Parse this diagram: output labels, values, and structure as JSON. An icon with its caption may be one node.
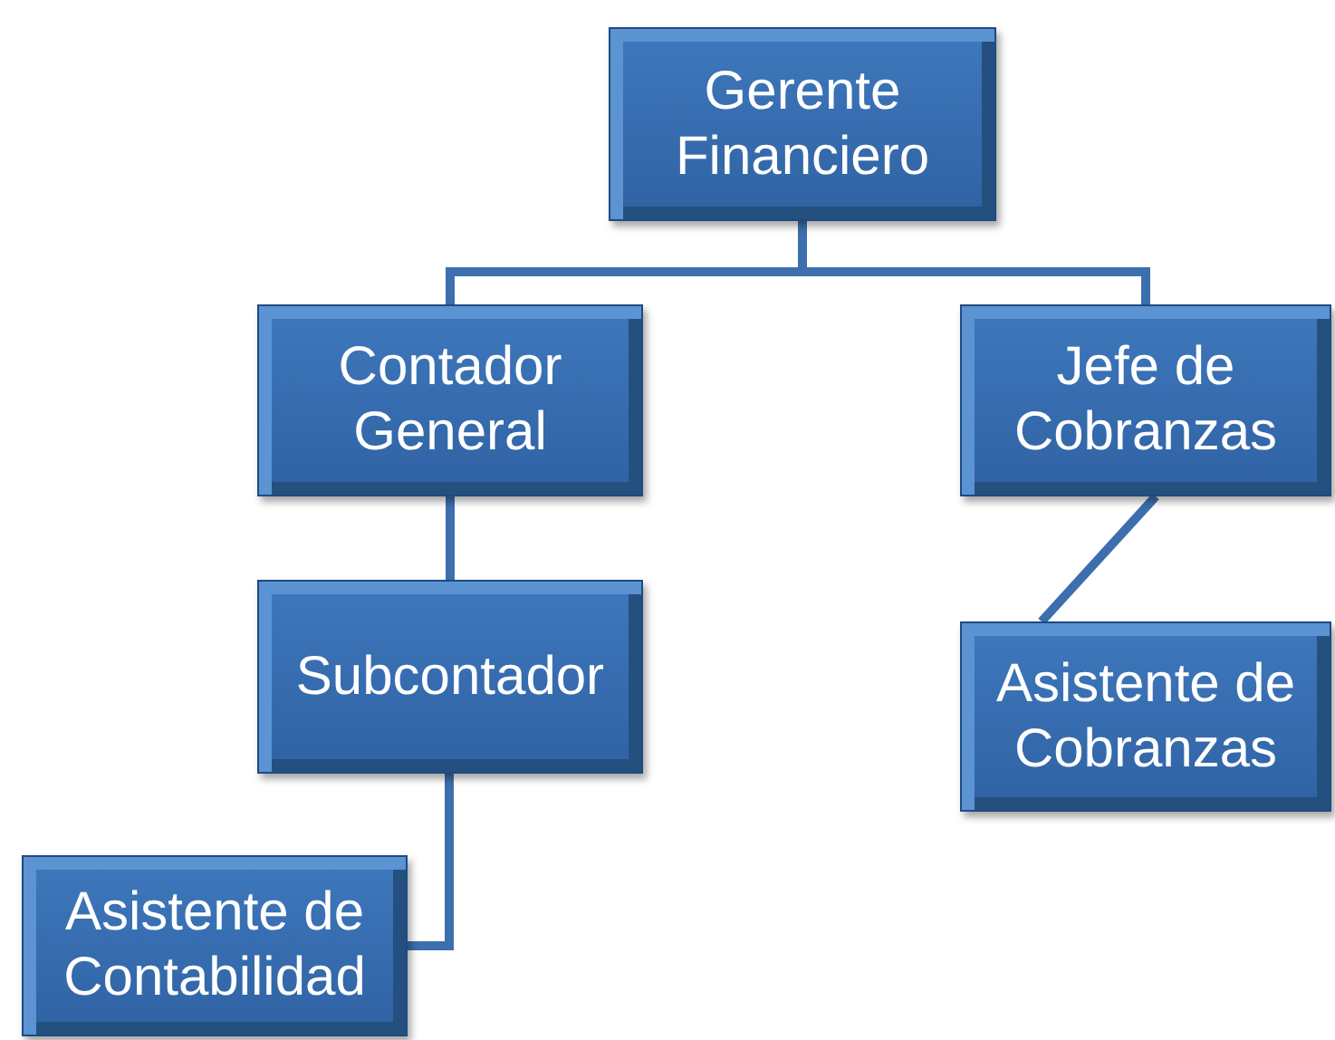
{
  "diagram": {
    "nodes": [
      {
        "text": [
          "Gerente Financiero"
        ]
      },
      {
        "text": [
          "Contador General"
        ]
      },
      {
        "text": [
          "Jefe de Cobranzas"
        ]
      },
      {
        "text": [
          "Subcontador"
        ]
      },
      {
        "text": [
          "Asistente de Cobranzas"
        ]
      },
      {
        "text": [
          "Asistente de Contabilidad"
        ]
      }
    ],
    "edges": [
      {
        "from": 0,
        "to": 1,
        "arrow": "none"
      },
      {
        "from": 0,
        "to": 2,
        "arrow": "none"
      },
      {
        "from": 1,
        "to": 3,
        "arrow": "none"
      },
      {
        "from": 2,
        "to": 4,
        "arrow": "none"
      },
      {
        "from": 3,
        "to": 5,
        "arrow": "none"
      }
    ]
  }
}
